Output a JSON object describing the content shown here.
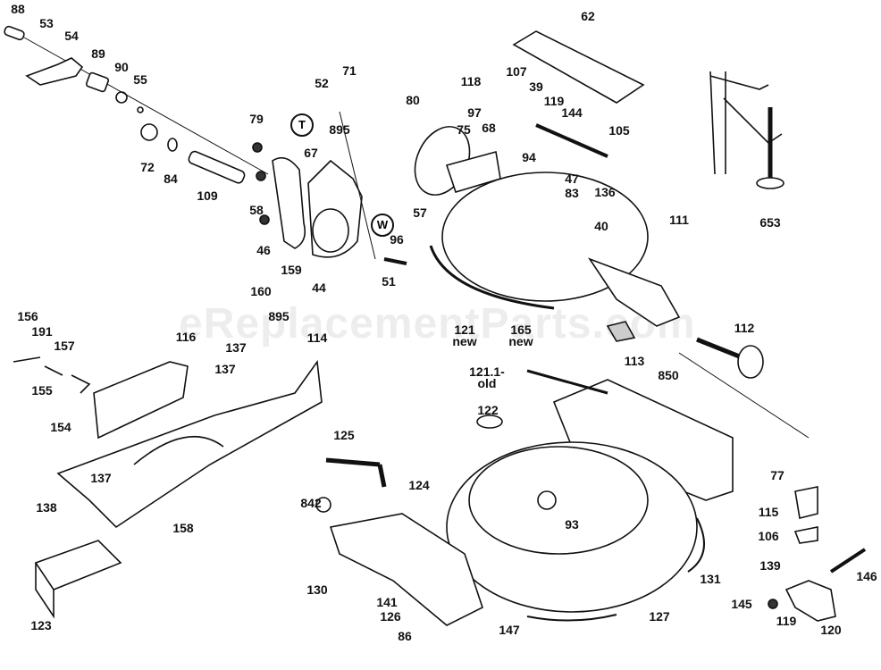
{
  "watermark": "eReplacementParts.com",
  "labels": [
    "88",
    "53",
    "54",
    "89",
    "90",
    "55",
    "72",
    "84",
    "109",
    "79",
    "58",
    "46",
    "160",
    "159",
    "895",
    "T",
    "52",
    "71",
    "895",
    "67",
    "W",
    "96",
    "44",
    "51",
    "80",
    "57",
    "118",
    "107",
    "39",
    "119",
    "97",
    "75",
    "68",
    "144",
    "94",
    "62",
    "105",
    "47",
    "83",
    "136",
    "40",
    "111",
    "653",
    "121\nnew",
    "165\nnew",
    "112",
    "156",
    "191",
    "157",
    "155",
    "154",
    "116",
    "137",
    "114",
    "137",
    "137",
    "158",
    "138",
    "123",
    "125",
    "124",
    "842",
    "121.1-\nold",
    "122",
    "113",
    "850",
    "93",
    "77",
    "115",
    "106",
    "139",
    "146",
    "131",
    "130",
    "141",
    "126",
    "86",
    "147",
    "127",
    "145",
    "119",
    "120"
  ]
}
